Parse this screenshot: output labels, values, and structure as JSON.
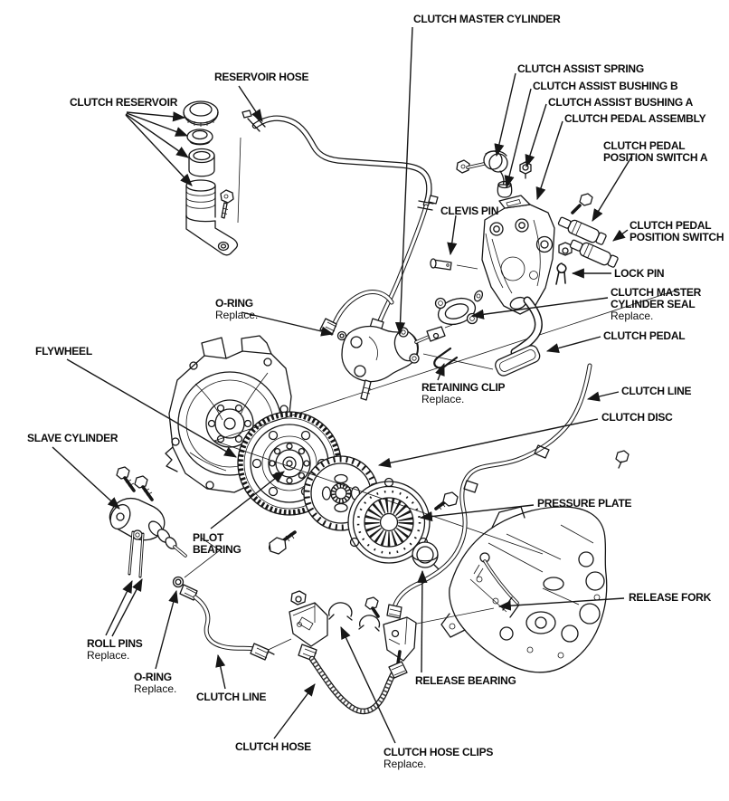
{
  "canvas": {
    "background": "#ffffff",
    "ink": "#161616"
  },
  "labels": [
    {
      "name": "clutch-master-cylinder",
      "l1": "CLUTCH MASTER CYLINDER"
    },
    {
      "name": "reservoir-hose",
      "l1": "RESERVOIR HOSE"
    },
    {
      "name": "clutch-reservoir",
      "l1": "CLUTCH RESERVOIR"
    },
    {
      "name": "clutch-assist-spring",
      "l1": "CLUTCH ASSIST SPRING"
    },
    {
      "name": "clutch-assist-bushing-b",
      "l1": "CLUTCH ASSIST BUSHING B"
    },
    {
      "name": "clutch-assist-bushing-a",
      "l1": "CLUTCH ASSIST BUSHING A"
    },
    {
      "name": "clutch-pedal-assembly",
      "l1": "CLUTCH PEDAL ASSEMBLY"
    },
    {
      "name": "clutch-pedal-position-switch-a",
      "l1": "CLUTCH PEDAL",
      "l2": "POSITION SWITCH A"
    },
    {
      "name": "clevis-pin",
      "l1": "CLEVIS PIN"
    },
    {
      "name": "clutch-pedal-position-switch",
      "l1": "CLUTCH PEDAL",
      "l2": "POSITION SWITCH"
    },
    {
      "name": "lock-pin",
      "l1": "LOCK PIN"
    },
    {
      "name": "clutch-master-cylinder-seal",
      "l1": "CLUTCH MASTER",
      "l2": "CYLINDER SEAL",
      "sub": "Replace."
    },
    {
      "name": "o-ring-upper",
      "l1": "O-RING",
      "sub": "Replace."
    },
    {
      "name": "flywheel",
      "l1": "FLYWHEEL"
    },
    {
      "name": "clutch-pedal",
      "l1": "CLUTCH PEDAL"
    },
    {
      "name": "retaining-clip",
      "l1": "RETAINING CLIP",
      "sub": "Replace."
    },
    {
      "name": "clutch-line-upper",
      "l1": "CLUTCH LINE"
    },
    {
      "name": "clutch-disc",
      "l1": "CLUTCH DISC"
    },
    {
      "name": "slave-cylinder",
      "l1": "SLAVE CYLINDER"
    },
    {
      "name": "pressure-plate",
      "l1": "PRESSURE PLATE"
    },
    {
      "name": "pilot-bearing",
      "l1": "PILOT",
      "l2": "BEARING"
    },
    {
      "name": "release-fork",
      "l1": "RELEASE FORK"
    },
    {
      "name": "roll-pins",
      "l1": "ROLL PINS",
      "sub": "Replace."
    },
    {
      "name": "o-ring-lower",
      "l1": "O-RING",
      "sub": "Replace."
    },
    {
      "name": "clutch-line-lower",
      "l1": "CLUTCH LINE"
    },
    {
      "name": "release-bearing",
      "l1": "RELEASE BEARING"
    },
    {
      "name": "clutch-hose",
      "l1": "CLUTCH HOSE"
    },
    {
      "name": "clutch-hose-clips",
      "l1": "CLUTCH HOSE CLIPS",
      "sub": "Replace."
    }
  ]
}
